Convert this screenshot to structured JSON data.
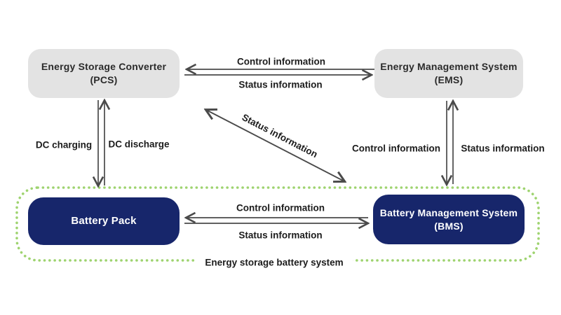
{
  "diagram": {
    "type": "block-architecture-diagram",
    "group_label": "Energy storage battery system",
    "colors": {
      "node_gray": "#e3e3e3",
      "node_navy": "#17266b",
      "arrow": "#4a4a4a",
      "group_border_green": "#9ed36f",
      "background": "#ffffff",
      "text_dark": "#1c1c1c",
      "text_on_navy": "#ffffff"
    },
    "nodes": {
      "pcs": {
        "line1": "Energy Storage Converter",
        "line2": "(PCS)"
      },
      "ems": {
        "line1": "Energy Management System",
        "line2": "(EMS)"
      },
      "battery_pack": {
        "line1": "Battery Pack"
      },
      "bms": {
        "line1": "Battery Management System",
        "line2": "(BMS)"
      }
    },
    "edges": {
      "pcs_ems_control": {
        "label": "Control information",
        "from": "EMS",
        "to": "PCS",
        "direction": "left"
      },
      "pcs_ems_status": {
        "label": "Status information",
        "from": "PCS",
        "to": "EMS",
        "direction": "right"
      },
      "dc_charging": {
        "label": "DC charging",
        "from": "PCS",
        "to": "Battery Pack",
        "direction": "down"
      },
      "dc_discharge": {
        "label": "DC discharge",
        "from": "Battery Pack",
        "to": "PCS",
        "direction": "up"
      },
      "ems_bms_control": {
        "label": "Control information",
        "from": "EMS",
        "to": "BMS",
        "direction": "down"
      },
      "ems_bms_status": {
        "label": "Status information",
        "from": "BMS",
        "to": "EMS",
        "direction": "up"
      },
      "diagonal_status": {
        "label": "Status information",
        "from": "Battery system",
        "to": "upper area",
        "direction": "both"
      },
      "pack_bms_control": {
        "label": "Control information",
        "from": "BMS",
        "to": "Battery Pack",
        "direction": "left"
      },
      "pack_bms_status": {
        "label": "Status information",
        "from": "Battery Pack",
        "to": "BMS",
        "direction": "right"
      }
    }
  }
}
